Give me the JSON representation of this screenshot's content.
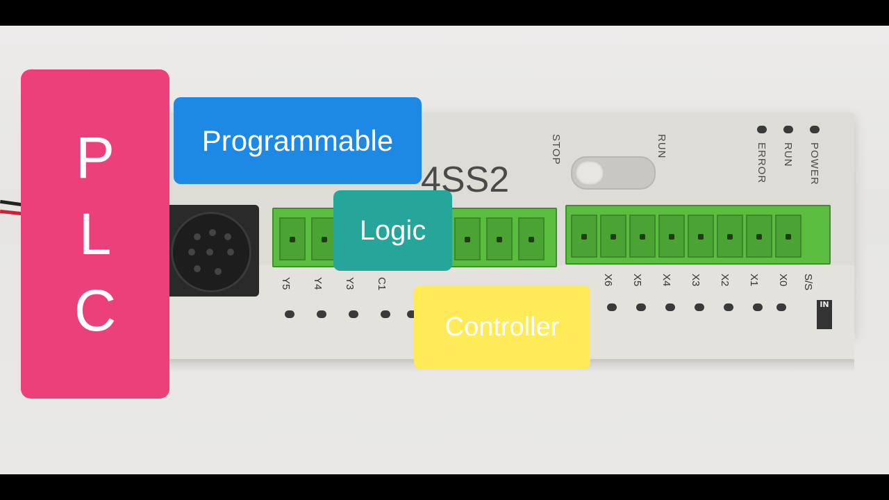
{
  "cards": {
    "plc_letters": [
      "P",
      "L",
      "C"
    ],
    "programmable": "Programmable",
    "logic": "Logic",
    "controller": "Controller"
  },
  "device": {
    "model_partial": "4SS2",
    "switch_labels": {
      "stop": "STOP",
      "run": "RUN"
    },
    "status_leds": [
      "ERROR",
      "RUN",
      "POWER"
    ],
    "output_labels": [
      "Y5",
      "Y4",
      "Y3",
      "C1"
    ],
    "input_labels": [
      "X6",
      "X5",
      "X4",
      "X3",
      "X2",
      "X1",
      "X0"
    ],
    "ss_label": "S/S",
    "in_badge": "IN"
  },
  "colors": {
    "plc": "#ec407a",
    "programmable": "#1e88e5",
    "logic": "#26a69a",
    "controller": "#ffeb57",
    "terminal_green": "#5bbd3f"
  }
}
